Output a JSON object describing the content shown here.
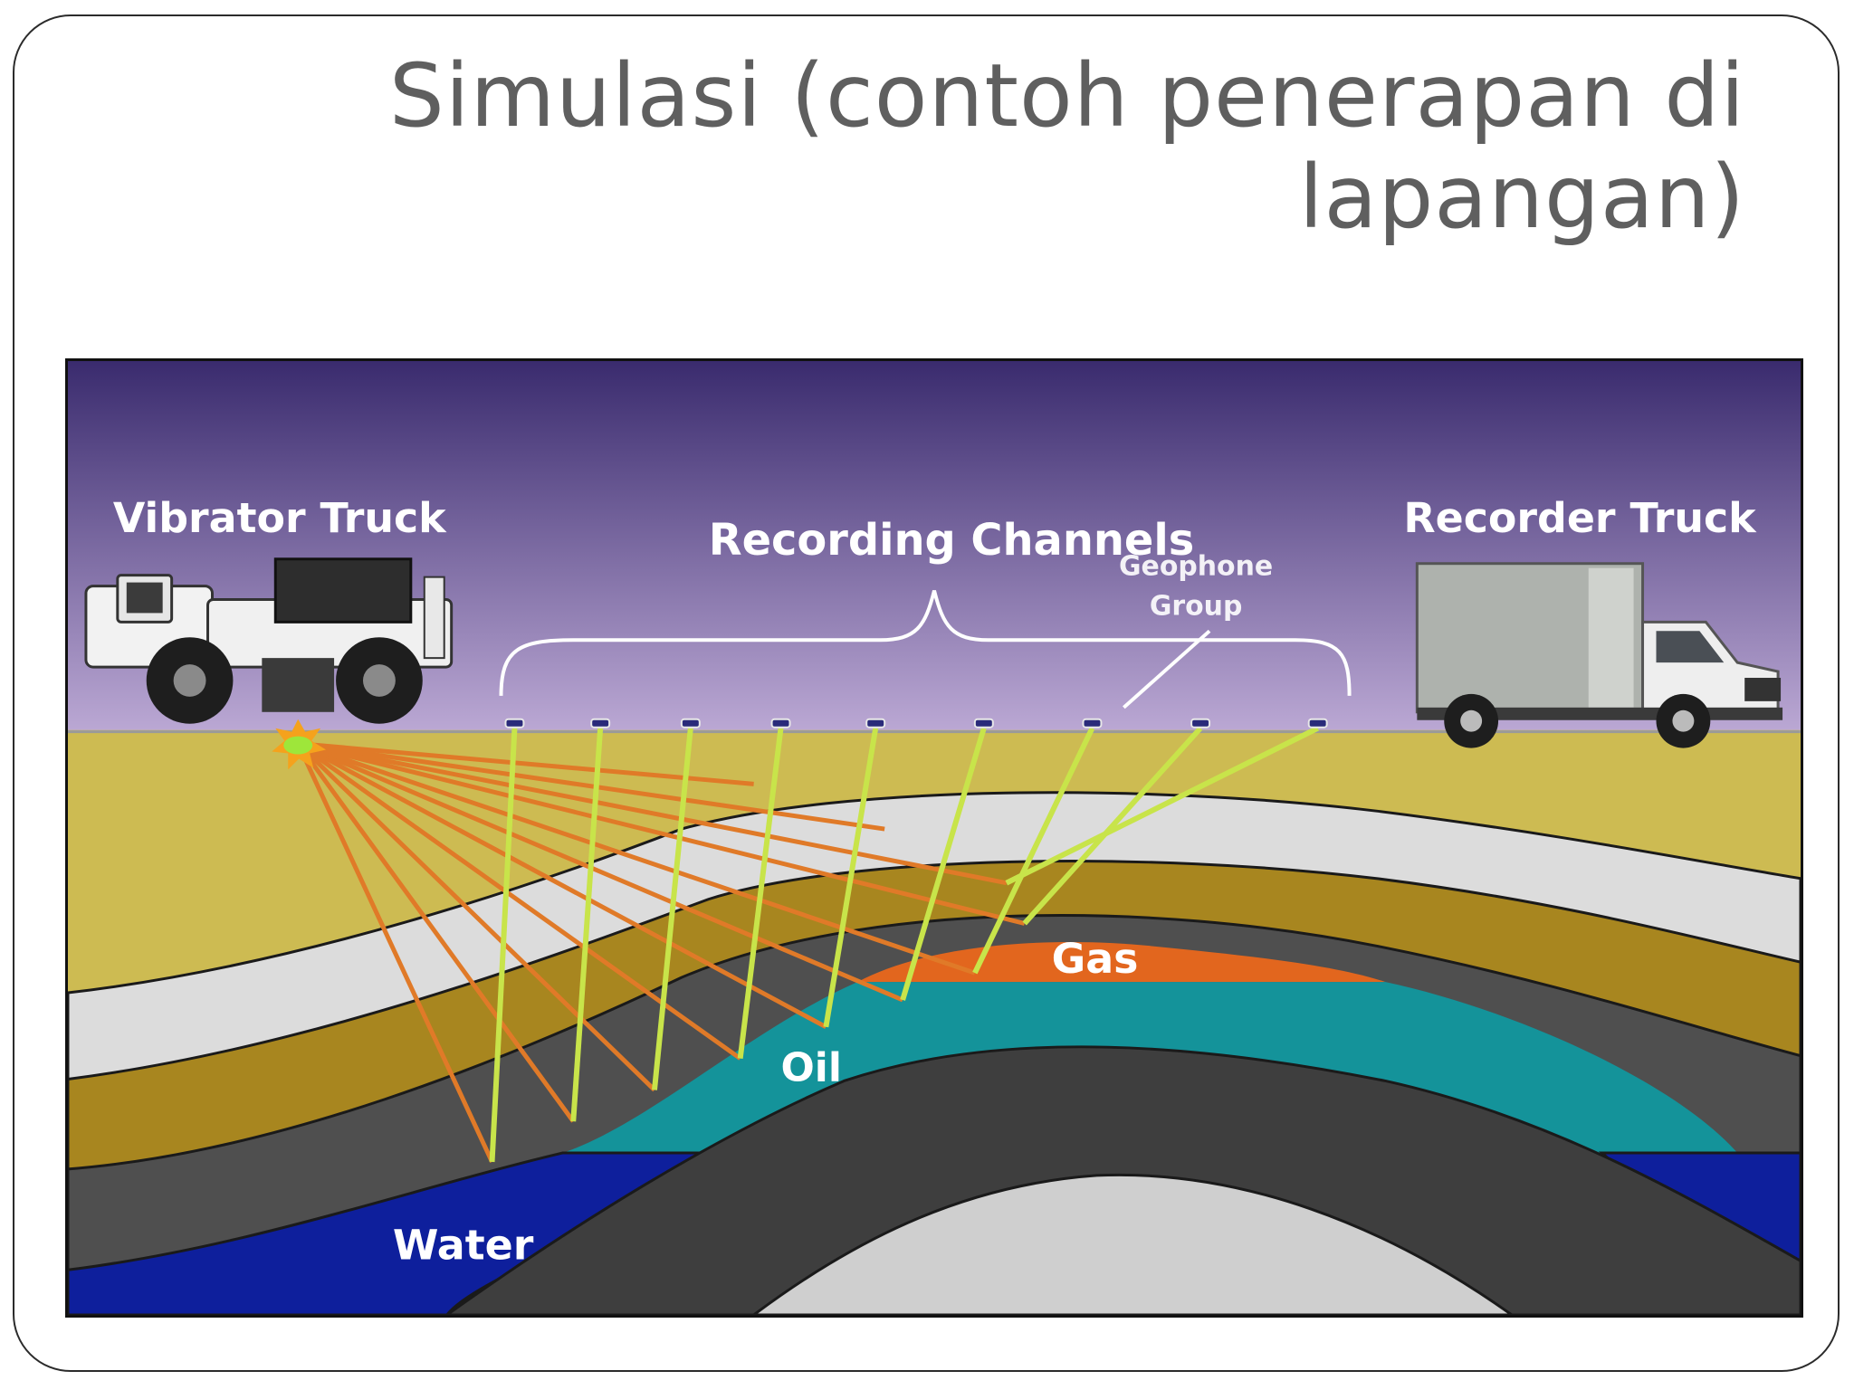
{
  "slide": {
    "title_line1": "Simulasi (contoh penerapan di",
    "title_line2": "lapangan)"
  },
  "diagram": {
    "labels": {
      "vibrator_truck": "Vibrator Truck",
      "recording_channels": "Recording Channels",
      "geophone_group_line1": "Geophone",
      "geophone_group_line2": "Group",
      "recorder_truck": "Recorder Truck",
      "gas": "Gas",
      "oil": "Oil",
      "water": "Water"
    },
    "colors": {
      "sky_top": "#3a2b6e",
      "sky_bottom": "#b9a6d3",
      "soil": "#cdbb52",
      "white_layer": "#dcdcdc",
      "gold_layer": "#a8861f",
      "dark_layer": "#4f4f4f",
      "gas": "#e2661e",
      "oil": "#14939a",
      "water": "#0e1f9c",
      "incident_rays": "#e07a28",
      "reflected_rays": "#c8e44a"
    }
  }
}
